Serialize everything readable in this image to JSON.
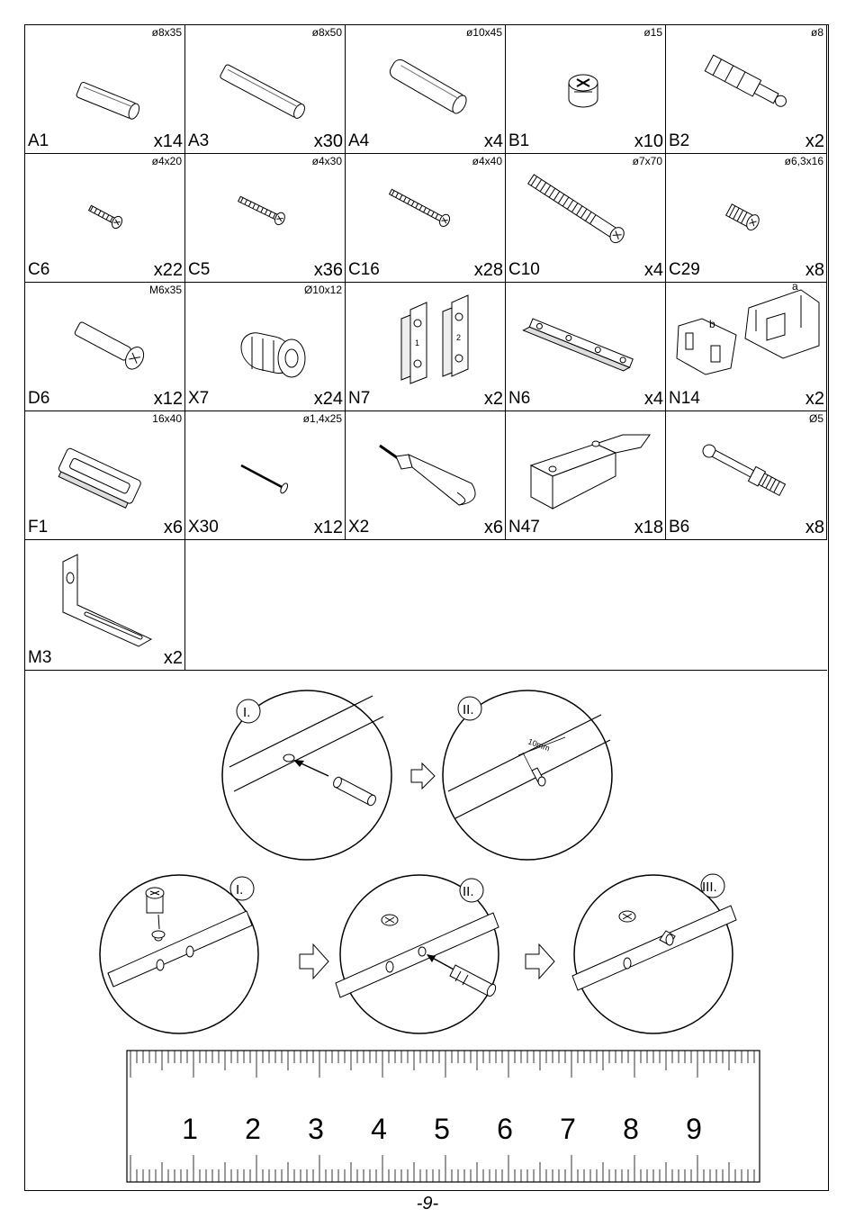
{
  "parts": [
    {
      "code": "A1",
      "qty": "x14",
      "dim": "ø8x35",
      "icon": "dowel-small"
    },
    {
      "code": "A3",
      "qty": "x30",
      "dim": "ø8x50",
      "icon": "dowel-medium"
    },
    {
      "code": "A4",
      "qty": "x4",
      "dim": "ø10x45",
      "icon": "dowel-large"
    },
    {
      "code": "B1",
      "qty": "x10",
      "dim": "ø15",
      "icon": "cam-lock"
    },
    {
      "code": "B2",
      "qty": "x2",
      "dim": "ø8",
      "icon": "expansion-bolt"
    },
    {
      "code": "C6",
      "qty": "x22",
      "dim": "ø4x20",
      "icon": "screw-short"
    },
    {
      "code": "C5",
      "qty": "x36",
      "dim": "ø4x30",
      "icon": "screw-medium"
    },
    {
      "code": "C16",
      "qty": "x28",
      "dim": "ø4x40",
      "icon": "screw-long"
    },
    {
      "code": "C10",
      "qty": "x4",
      "dim": "ø7x70",
      "icon": "confirmat-screw"
    },
    {
      "code": "C29",
      "qty": "x8",
      "dim": "ø6,3x16",
      "icon": "euro-screw"
    },
    {
      "code": "D6",
      "qty": "x12",
      "dim": "M6x35",
      "icon": "bolt"
    },
    {
      "code": "X7",
      "qty": "x24",
      "dim": "Ø10x12",
      "icon": "threaded-insert"
    },
    {
      "code": "N7",
      "qty": "x2",
      "dim": "",
      "icon": "hanging-bracket-pair"
    },
    {
      "code": "N6",
      "qty": "x4",
      "dim": "",
      "icon": "mounting-rail"
    },
    {
      "code": "N14",
      "qty": "x2",
      "dim": "",
      "icon": "bracket-set-ab"
    },
    {
      "code": "F1",
      "qty": "x6",
      "dim": "16x40",
      "icon": "plastic-glide"
    },
    {
      "code": "X30",
      "qty": "x12",
      "dim": "ø1,4x25",
      "icon": "nail"
    },
    {
      "code": "X2",
      "qty": "x6",
      "dim": "",
      "icon": "glue-tube"
    },
    {
      "code": "N47",
      "qty": "x18",
      "dim": "",
      "icon": "wooden-block"
    },
    {
      "code": "B6",
      "qty": "x8",
      "dim": "Ø5",
      "icon": "cam-bolt"
    },
    {
      "code": "M3",
      "qty": "x2",
      "dim": "",
      "icon": "angle-bracket"
    }
  ],
  "bracket_labels": {
    "a": "a",
    "b": "b"
  },
  "steps": {
    "top": [
      "I.",
      "II."
    ],
    "bottom": [
      "I.",
      "II.",
      "III."
    ],
    "measure": "10mm"
  },
  "ruler": {
    "numbers": [
      "1",
      "2",
      "3",
      "4",
      "5",
      "6",
      "7",
      "8",
      "9"
    ]
  },
  "page_number": "-9-"
}
